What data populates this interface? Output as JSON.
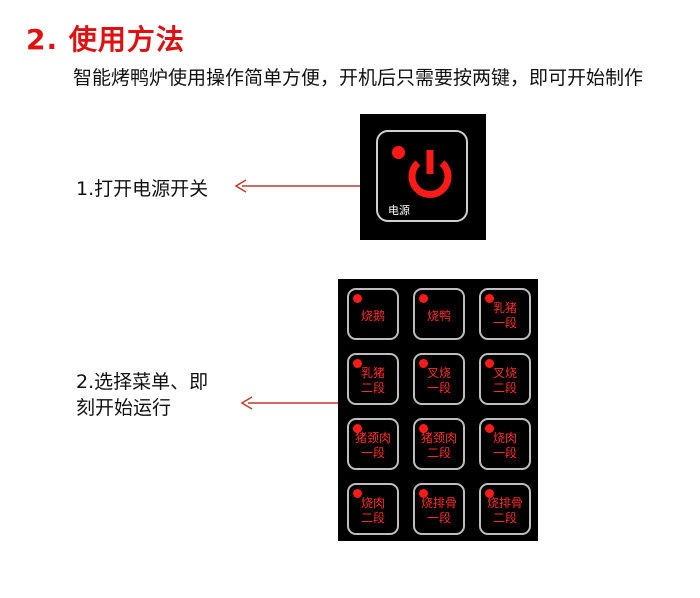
{
  "heading": "2. 使用方法",
  "intro": "智能烤鸭炉使用操作简单方便，开机后只需要按两键，即可开始制作",
  "steps": [
    {
      "label": "1.打开电源开关"
    },
    {
      "label": "2.选择菜单、即\n刻开始运行"
    }
  ],
  "power_panel": {
    "label": "电源"
  },
  "menu_panel": {
    "buttons": [
      {
        "label": "烧鹅"
      },
      {
        "label": "烧鸭"
      },
      {
        "label": "乳猪\n一段"
      },
      {
        "label": "乳猪\n二段"
      },
      {
        "label": "叉烧\n一段"
      },
      {
        "label": "叉烧\n二段"
      },
      {
        "label": "猪颈肉\n一段"
      },
      {
        "label": "猪颈肉\n二段"
      },
      {
        "label": "烧肉\n一段"
      },
      {
        "label": "烧肉\n二段"
      },
      {
        "label": "烧排骨\n一段"
      },
      {
        "label": "烧排骨\n二段"
      }
    ]
  },
  "colors": {
    "heading": "#e01010",
    "arrow": "#c0392b",
    "indicator": "#ff1a1a",
    "panel_bg": "#000000"
  }
}
